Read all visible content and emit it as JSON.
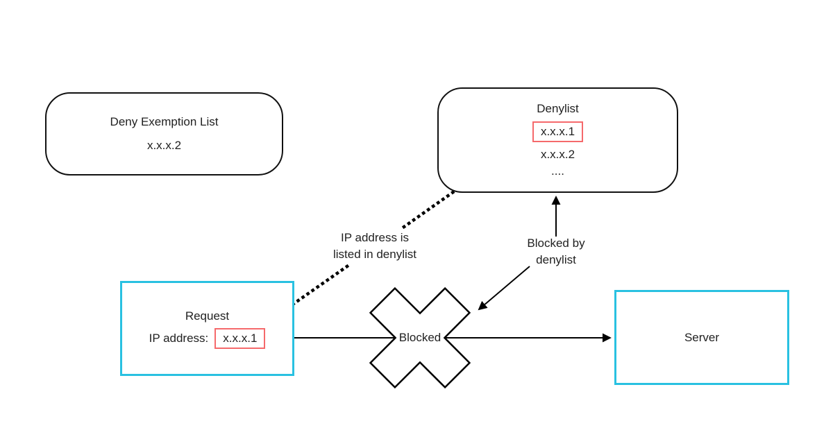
{
  "colors": {
    "box_accent_cyan": "#29c1e1",
    "highlight_red": "#f5696b",
    "line_black": "#000000",
    "text": "#212121",
    "background": "#ffffff"
  },
  "deny_exemption_box": {
    "title": "Deny Exemption List",
    "entry": "x.x.x.2"
  },
  "denylist_box": {
    "title": "Denylist",
    "highlighted_entry": "x.x.x.1",
    "entries": [
      "x.x.x.2",
      "...."
    ]
  },
  "request_box": {
    "title": "Request",
    "field_label": "IP address:",
    "ip_value": "x.x.x.1"
  },
  "server_box": {
    "label": "Server"
  },
  "blocked_marker": {
    "label": "Blocked"
  },
  "annotations": {
    "ip_listed": {
      "line1": "IP address is",
      "line2": "listed in denylist"
    },
    "blocked_by": {
      "line1": "Blocked by",
      "line2": "denylist"
    }
  }
}
